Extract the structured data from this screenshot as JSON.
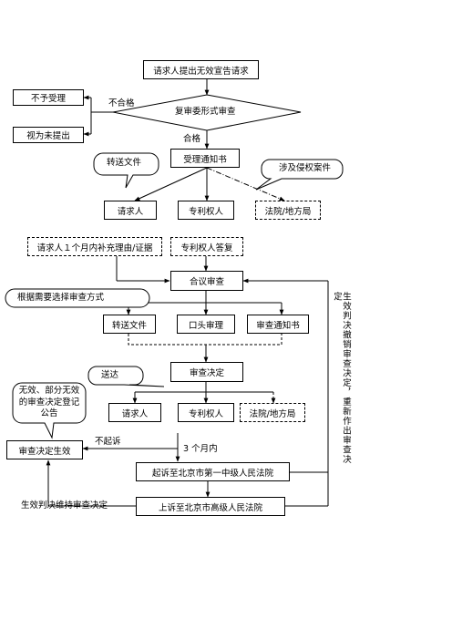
{
  "nodes": {
    "request": "请求人提出无效宣告请求",
    "formal_review": "复审委形式审查",
    "not_accepted": "不予受理",
    "deemed_not_filed": "视为未提出",
    "accept_notice": "受理通知书",
    "transfer_docs_1": "转送文件",
    "infringement_case": "涉及侵权案件",
    "requester_1": "请求人",
    "patentee_1": "专利权人",
    "court_bureau_1": "法院/地方局",
    "supplement": "请求人１个月内补充理由/证据",
    "patentee_reply": "专利权人答复",
    "collegial_review": "合议审查",
    "choose_method": "根据需要选择审查方式",
    "transfer_docs_2": "转送文件",
    "oral_hearing": "口头审理",
    "review_notice": "审查通知书",
    "review_decision": "审查决定",
    "deliver": "送达",
    "announcement": "无效、部分无效的审查决定登记公告",
    "requester_2": "请求人",
    "patentee_2": "专利权人",
    "court_bureau_2": "法院/地方局",
    "decision_effective": "审查决定生效",
    "sue_first_court": "起诉至北京市第一中级人民法院",
    "appeal_high_court": "上诉至北京市高级人民法院"
  },
  "edge_labels": {
    "unqualified": "不合格",
    "qualified": "合格",
    "no_suit": "不起诉",
    "three_months": "3 个月内",
    "upheld": "生效判决维持审查决定",
    "revoked": "生效判决撤销审查决定，重新作出审查决定"
  }
}
